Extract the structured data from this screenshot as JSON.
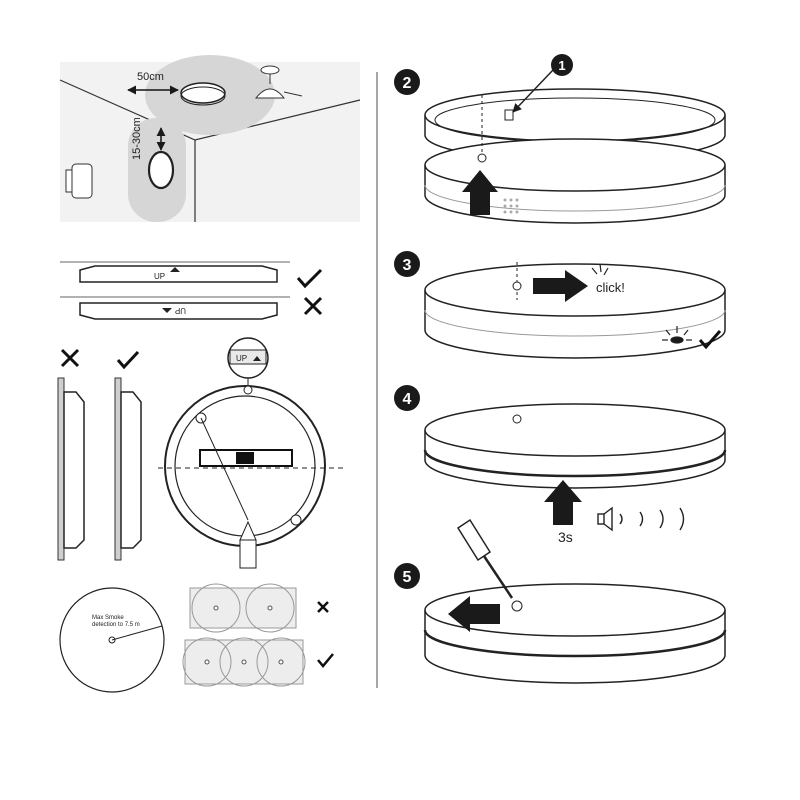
{
  "left": {
    "placement": {
      "ceiling_distance": "50cm",
      "wall_distance": "15-30cm"
    },
    "orientation": {
      "correct_label": "UP",
      "wrong_label": "UP"
    },
    "mount_plate": {
      "up_label": "UP"
    },
    "coverage": {
      "text_line1": "Max Smoke",
      "text_line2": "detection to 7.5 m"
    }
  },
  "steps": [
    {
      "number": "2",
      "callout": "1"
    },
    {
      "number": "3",
      "sound": "click!"
    },
    {
      "number": "4",
      "hold": "3s"
    },
    {
      "number": "5"
    }
  ],
  "colors": {
    "ink": "#1a1a1a",
    "shade": "#d6d6d6",
    "panel": "#f0f0f0"
  }
}
